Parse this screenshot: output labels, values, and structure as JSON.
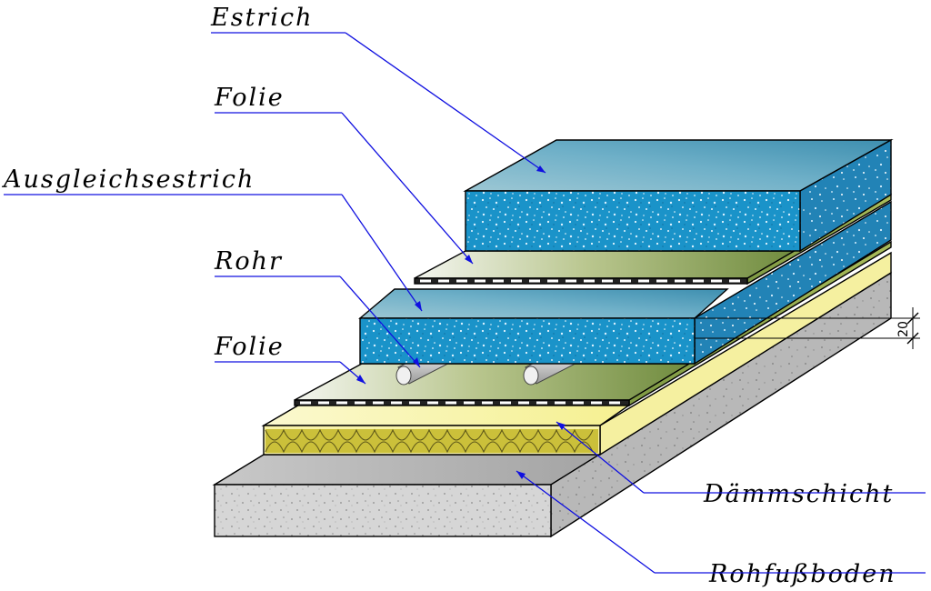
{
  "labels": {
    "estrich": "Estrich",
    "folie_top": "Folie",
    "ausgleichsestrich": "Ausgleichsestrich",
    "rohr": "Rohr",
    "folie_bottom": "Folie",
    "daemmschicht": "Dämmschicht",
    "rohfussboden": "Rohfußboden"
  },
  "dimension": {
    "value": "20"
  },
  "colors": {
    "leader": "#1010e0",
    "screed_front": "#1893c8",
    "screed_top": "#7fb9cc",
    "foil": "#8a9a4e",
    "insulation": "#f3ee9c",
    "insulation_core": "#c9bf3a",
    "concrete": "#d0d0d0",
    "pipe": "#e4e4e4"
  }
}
